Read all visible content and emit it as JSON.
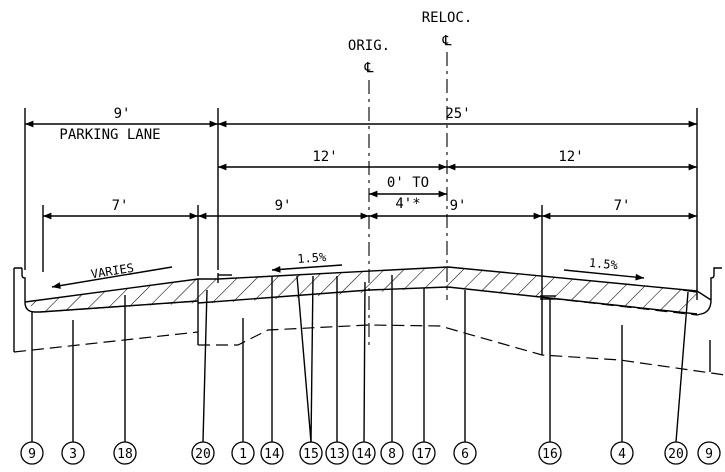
{
  "centerlines": {
    "reloc": {
      "label": "RELOC.",
      "symbol": "℄"
    },
    "orig": {
      "label": "ORIG.",
      "symbol": "℄"
    }
  },
  "dimensions": {
    "parking_width": "9'",
    "parking_label": "PARKING LANE",
    "overall": "25'",
    "half_left": "12'",
    "half_right": "12'",
    "offset_top": "0' TO",
    "offset_bottom": "4'*",
    "lane_left_outer": "7'",
    "lane_left_inner": "9'",
    "lane_right_inner": "9'",
    "lane_right_outer": "7'"
  },
  "slopes": {
    "parking": "VARIES",
    "left_lane": "1.5%",
    "right_lane": "1.5%"
  },
  "callouts": [
    "9",
    "3",
    "18",
    "20",
    "1",
    "14",
    "15",
    "13",
    "14",
    "8",
    "17",
    "6",
    "16",
    "4",
    "20",
    "9"
  ]
}
